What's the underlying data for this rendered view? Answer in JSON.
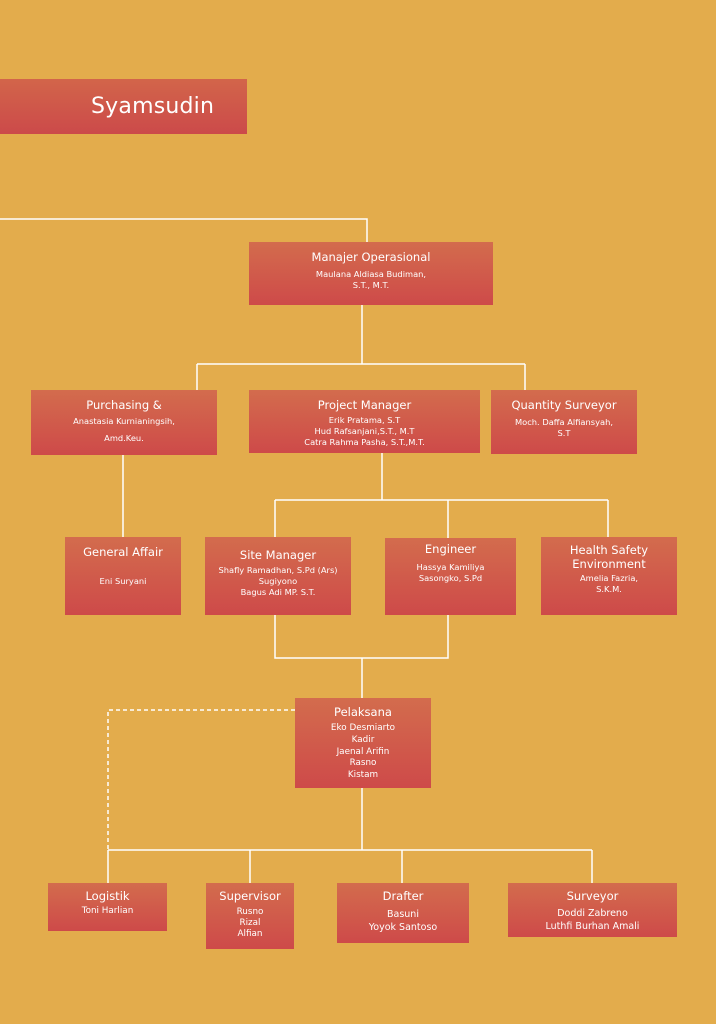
{
  "banner": {
    "name": "Syamsudin"
  },
  "colors": {
    "background": "#e3ac4c",
    "box": "#cf5a4a",
    "line": "#ffffff"
  },
  "org": {
    "manajer_operasional": {
      "title": "Manajer Operasional",
      "names": "Maulana Aldiasa Budiman,\nS.T., M.T."
    },
    "purchasing": {
      "title": "Purchasing &",
      "names": "Anastasia Kurnianingsih,\nAmd.Keu."
    },
    "project_manager": {
      "title": "Project Manager",
      "names": "Erik Pratama, S.T\nHud Rafsanjani,S.T., M.T\nCatra Rahma Pasha, S.T.,M.T."
    },
    "quantity_surveyor": {
      "title": "Quantity Surveyor",
      "names": "Moch. Daffa Alfiansyah,\nS.T"
    },
    "general_affair": {
      "title": "General Affair",
      "names": "Eni Suryani"
    },
    "site_manager": {
      "title": "Site Manager",
      "names": "Shafly Ramadhan, S.Pd (Ars)\nSugiyono\nBagus Adi MP. S.T."
    },
    "engineer": {
      "title": "Engineer",
      "names": "Hassya Kamiliya\nSasongko, S.Pd"
    },
    "hse": {
      "title": "Health Safety\nEnvironment",
      "names": "Amelia Fazria,\nS.K.M."
    },
    "pelaksana": {
      "title": "Pelaksana",
      "names": "Eko Desmiarto\nKadir\nJaenal Arifin\nRasno\nKistam"
    },
    "logistik": {
      "title": "Logistik",
      "names": "Toni Harlian"
    },
    "supervisor": {
      "title": "Supervisor",
      "names": "Rusno\nRizal\nAlfian"
    },
    "drafter": {
      "title": "Drafter",
      "names": "Basuni\nYoyok Santoso"
    },
    "surveyor": {
      "title": "Surveyor",
      "names": "Doddi Zabreno\nLuthfi Burhan Amali"
    }
  }
}
